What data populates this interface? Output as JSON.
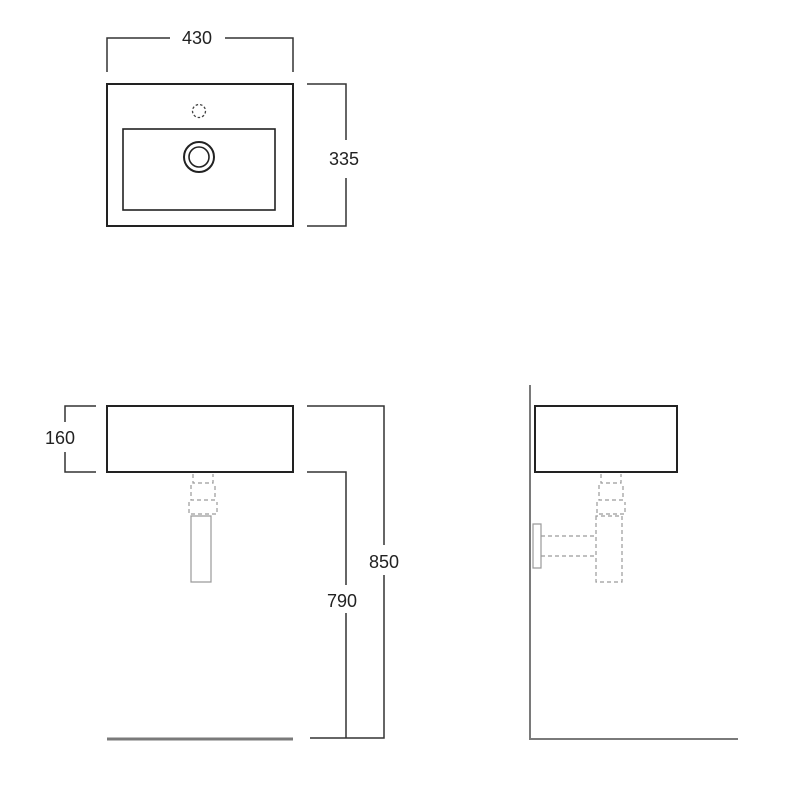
{
  "dimensions": {
    "width": "430",
    "depth": "335",
    "basin_height": "160",
    "total_height": "850",
    "floor_to_basin": "790"
  },
  "icons": {
    "tap_hole": "dashed-circle-icon",
    "drain": "drain-ring-icon"
  }
}
